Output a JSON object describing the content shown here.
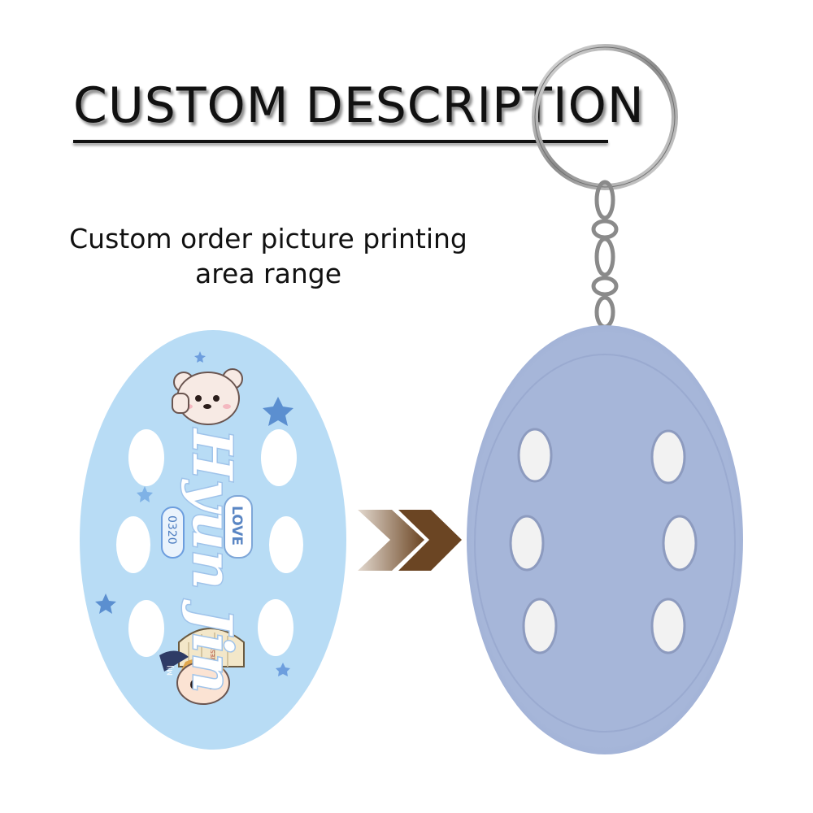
{
  "heading": {
    "text": "CUSTOM DESCRIPTION"
  },
  "description": {
    "line1": "Custom order picture printing",
    "line2": "area range"
  },
  "printed_design": {
    "script_text": "Hyun Jin",
    "badge_love": "LOVE",
    "badge_date": "0320",
    "hat_label": "LOVESKY",
    "cap_label": "MiJ"
  },
  "colors": {
    "left_plate": "#b8dcf5",
    "right_plate": "#a6b6d9",
    "right_plate_rim": "#9fb0d4",
    "arrow_light": "#c9b8a6",
    "arrow_dark": "#6b4523",
    "ring": "#9a9a9a",
    "text": "#111111"
  }
}
